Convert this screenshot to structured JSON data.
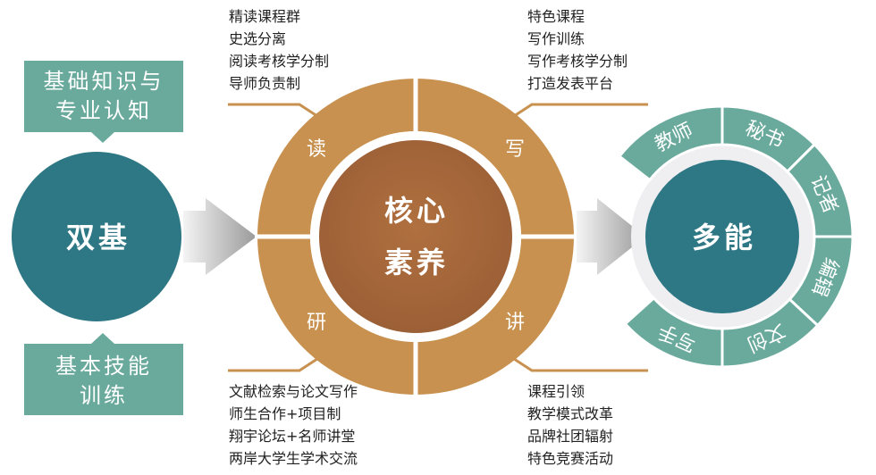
{
  "left": {
    "circle_label": "双基",
    "top_box": [
      "基础知识与",
      "专业认知"
    ],
    "bottom_box": [
      "基本技能",
      "训练"
    ]
  },
  "center": {
    "core": [
      "核心",
      "素养"
    ],
    "ring": {
      "read": "读",
      "write": "写",
      "research": "研",
      "speak": "讲"
    },
    "notes": {
      "read": [
        "精读课程群",
        "史选分离",
        "阅读考核学分制",
        "导师负责制"
      ],
      "write": [
        "特色课程",
        "写作训练",
        "写作考核学分制",
        "打造发表平台"
      ],
      "research": [
        "文献检索与论文写作",
        "师生合作+项目制",
        "翔宇论坛+名师讲堂",
        "两岸大学生学术交流"
      ],
      "speak": [
        "课程引领",
        "教学模式改革",
        "品牌社团辐射",
        "特色竞赛活动"
      ]
    }
  },
  "right": {
    "circle_label": "多能",
    "segments": [
      "教师",
      "秘书",
      "记者",
      "编辑",
      "文创",
      "写手"
    ]
  },
  "colors": {
    "teal_dark": "#2E7784",
    "teal_light": "#6AAA9C",
    "ring": "#C8914F",
    "core": "#A5663A"
  }
}
